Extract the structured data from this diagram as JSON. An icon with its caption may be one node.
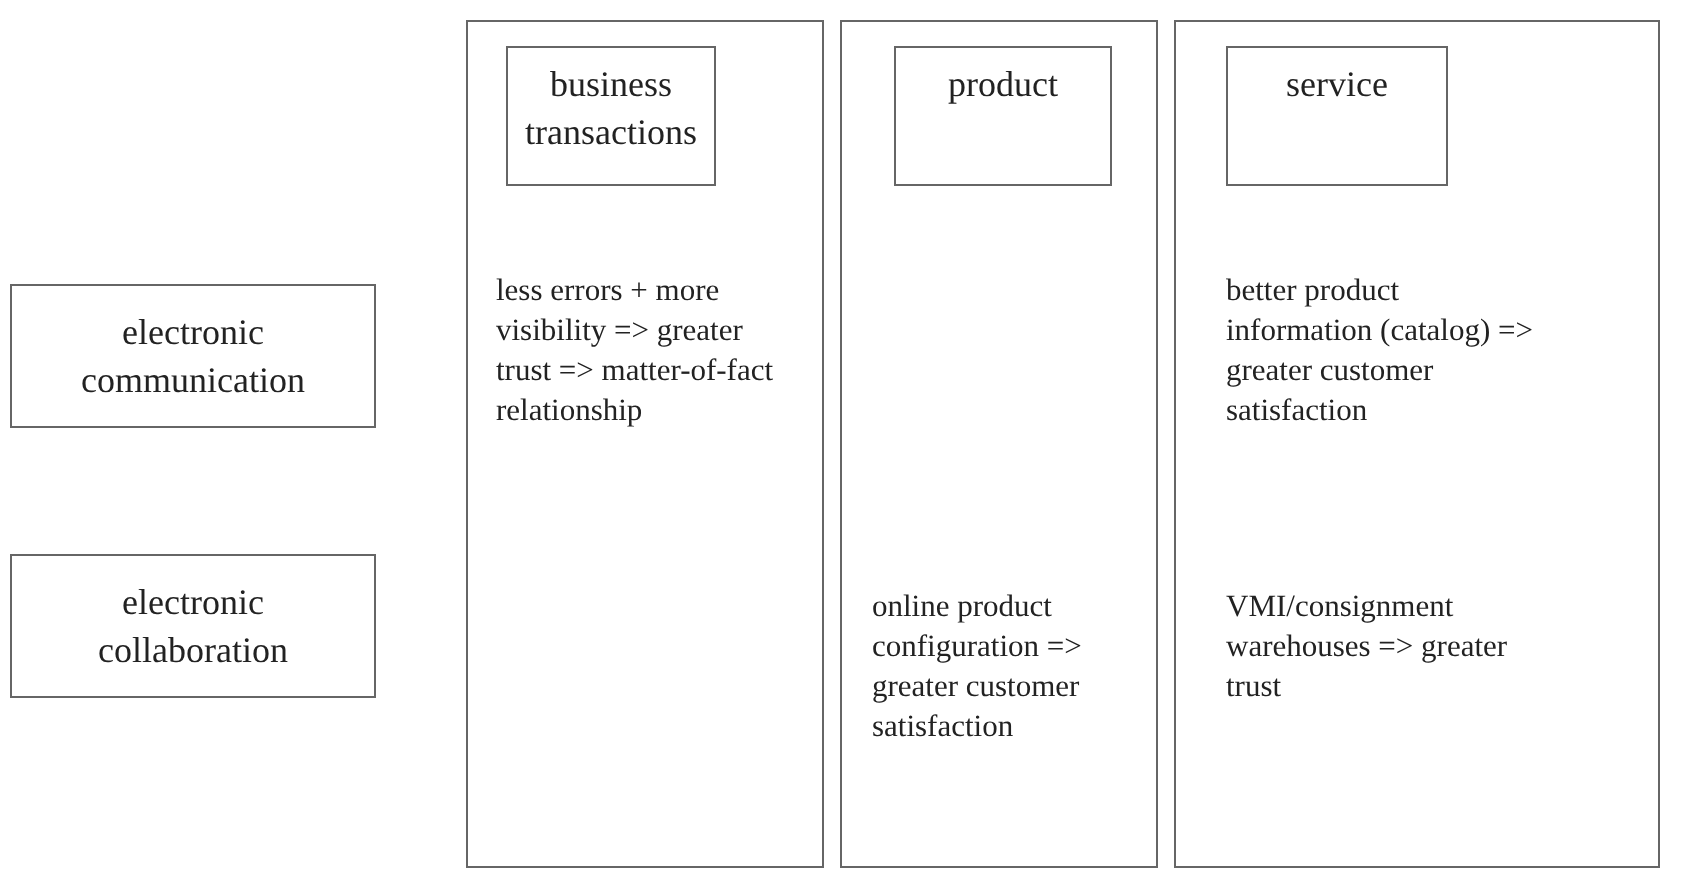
{
  "diagram": {
    "nodes": [
      {
        "text": [
          "electronic communication"
        ]
      },
      {
        "text": [
          "electronic collaboration"
        ]
      },
      {
        "text": [
          "less errors + more visibility => greater trust => matter-of-fact relationship"
        ]
      },
      {
        "text": [
          "business transactions"
        ],
        "in": 2
      },
      {
        "text": [
          "online product configuration => greater customer satisfaction"
        ]
      },
      {
        "text": [
          "product"
        ],
        "in": 4
      },
      {
        "text": [
          "better product information (catalog) => greater customer satisfaction",
          "VMI/consignment warehouses => greater trust"
        ]
      },
      {
        "text": [
          "service"
        ],
        "in": 6
      }
    ],
    "edges": []
  }
}
